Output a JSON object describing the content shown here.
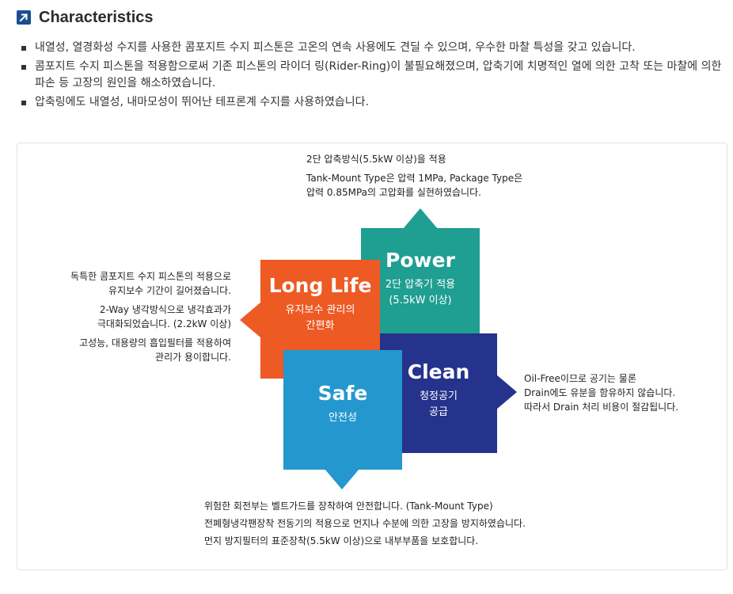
{
  "title": "Characteristics",
  "bullets": [
    "내열성, 열경화성 수지를 사용한 콤포지트 수지 피스톤은 고온의 연속 사용에도 견딜 수 있으며, 우수한 마찰 특성을 갖고 있습니다.",
    "콤포지트 수지 피스톤을 적용함으로써 기존 피스톤의 라이더 링(Rider-Ring)이 불필요해졌으며, 압축기에 치명적인 열에 의한 고착 또는 마찰에 의한 파손 등 고장의 원인을 해소하였습니다.",
    "압축링에도 내열성, 내마모성이 뛰어난 테프론계 수지를 사용하였습니다."
  ],
  "colors": {
    "power": "#1f9e92",
    "long_life": "#ee5a24",
    "clean": "#25338c",
    "safe": "#2497cf",
    "icon": "#1a4f8f"
  },
  "squares": {
    "power": {
      "heading": "Power",
      "sub1": "2단 압축기 적용",
      "sub2": "(5.5kW 이상)"
    },
    "long_life": {
      "heading": "Long Life",
      "sub1": "유지보수 관리의",
      "sub2": "간편화"
    },
    "clean": {
      "heading": "Clean",
      "sub1": "청정공기",
      "sub2": "공급"
    },
    "safe": {
      "heading": "Safe",
      "sub1": "안전성"
    }
  },
  "descriptions": {
    "top": [
      "2단 압축방식(5.5kW 이상)을 적용",
      "Tank-Mount Type은 압력 1MPa, Package Type은",
      "압력 0.85MPa의 고압화를 실현하였습니다."
    ],
    "left": [
      "독특한 콤포지트 수지 피스톤의 적용으로",
      "유지보수 기간이 길어졌습니다.",
      "2-Way 냉각방식으로 냉각효과가",
      "극대화되었습니다. (2.2kW 이상)",
      "고성능, 대용량의 흡입필터를 적용하여",
      "관리가 용이합니다."
    ],
    "right": [
      "Oil-Free이므로 공기는 물론",
      "Drain에도 유분을 함유하지 않습니다.",
      "따라서 Drain 처리 비용이 절감됩니다."
    ],
    "bottom": [
      "위험한 회전부는 벨트가드를 장착하여 안전합니다. (Tank-Mount Type)",
      "전폐형냉각팬장착 전동기의 적용으로 먼지나 수분에 의한 고장을 방지하였습니다.",
      "먼지 방지필터의 표준장착(5.5kW 이상)으로 내부부품을 보호합니다."
    ]
  }
}
